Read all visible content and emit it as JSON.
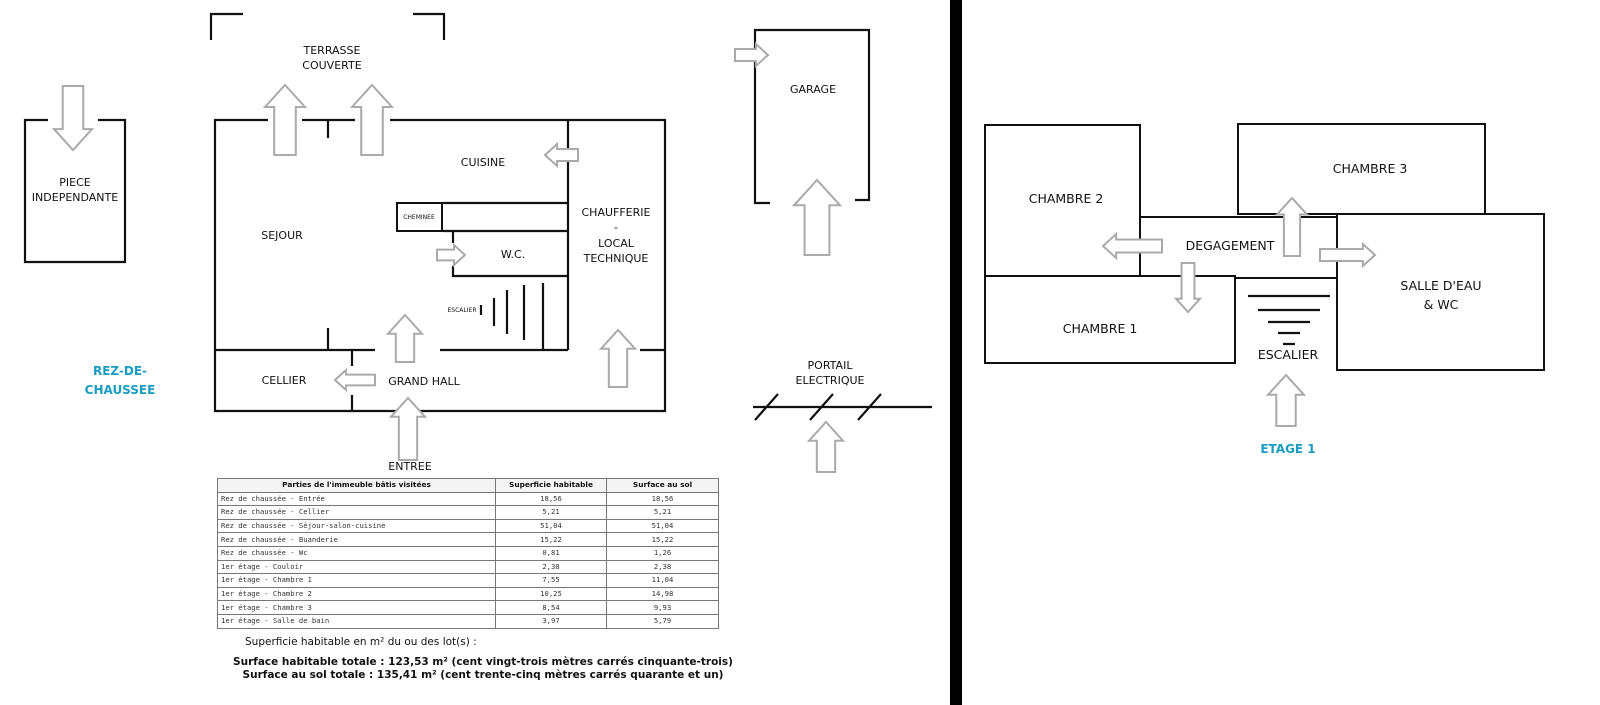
{
  "ground_floor": {
    "title": [
      "REZ-DE-",
      "CHAUSSEE"
    ],
    "rooms": {
      "terrasse": [
        "TERRASSE",
        "COUVERTE"
      ],
      "piece": [
        "PIECE",
        "INDEPENDANTE"
      ],
      "sejour": "SEJOUR",
      "cuisine": "CUISINE",
      "cheminee": "CHEMINEE",
      "wc": "W.C.",
      "escalier": "ESCALIER",
      "chaufferie": [
        "CHAUFFERIE",
        "-",
        "LOCAL",
        "TECHNIQUE"
      ],
      "cellier": "CELLIER",
      "grand_hall": "GRAND HALL",
      "entree": "ENTREE",
      "garage": "GARAGE",
      "portail": [
        "PORTAIL",
        "ELECTRIQUE"
      ]
    }
  },
  "first_floor": {
    "title": "ETAGE 1",
    "rooms": {
      "chambre2": "CHAMBRE 2",
      "chambre3": "CHAMBRE 3",
      "degagement": "DEGAGEMENT",
      "salle": [
        "SALLE D'EAU",
        "& WC"
      ],
      "chambre1": "CHAMBRE 1",
      "escalier": "ESCALIER"
    }
  },
  "table": {
    "headers": [
      "Parties de l'immeuble bâtis visitées",
      "Superficie habitable",
      "Surface au sol"
    ],
    "rows": [
      [
        "Rez de chaussée - Entrée",
        "18,56",
        "18,56"
      ],
      [
        "Rez de chaussée - Cellier",
        "5,21",
        "5,21"
      ],
      [
        "Rez de chaussée - Séjour-salon-cuisine",
        "51,04",
        "51,04"
      ],
      [
        "Rez de chaussée - Buanderie",
        "15,22",
        "15,22"
      ],
      [
        "Rez de chaussée - Wc",
        "0,81",
        "1,26"
      ],
      [
        "1er étage - Couloir",
        "2,38",
        "2,38"
      ],
      [
        "1er étage - Chambre 1",
        "7,55",
        "11,04"
      ],
      [
        "1er étage - Chambre 2",
        "10,25",
        "14,98"
      ],
      [
        "1er étage - Chambre 3",
        "8,54",
        "9,93"
      ],
      [
        "1er étage - Salle de bain",
        "3,97",
        "5,79"
      ]
    ]
  },
  "summary": {
    "intro": "Superficie habitable en m² du ou des lot(s) :",
    "total_habitable": "Surface habitable totale : 123,53 m² (cent vingt-trois mètres carrés cinquante-trois)",
    "total_sol": "Surface au sol totale : 135,41 m² (cent trente-cinq mètres carrés quarante et un)"
  },
  "colors": {
    "accent": "#1a9cc0",
    "arrow": "#aaaaaa"
  }
}
